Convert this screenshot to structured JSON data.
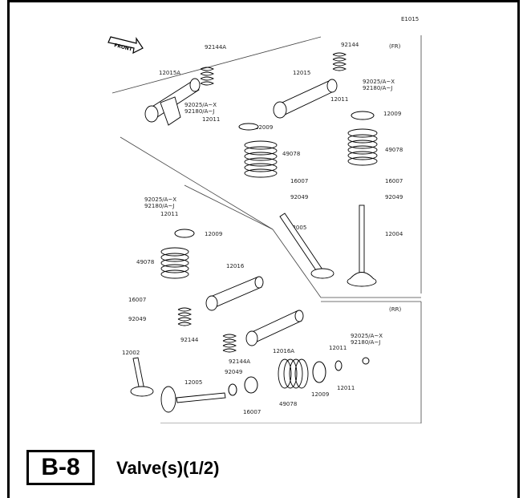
{
  "page": {
    "section_code": "B-8",
    "section_title": "Valve(s)(1/2)"
  },
  "diagram": {
    "figure_id": "E1015",
    "front_label": "FRONT",
    "cylinder_labels": {
      "fr": "(FR)",
      "rr": "(RR)"
    },
    "part_labels": [
      "92144A",
      "12015A",
      "92025/A~X",
      "92180/A~J",
      "12011",
      "12009",
      "49078",
      "16007",
      "92049",
      "12005",
      "92144",
      "12015",
      "12004",
      "12016",
      "12016A",
      "92049",
      "12002",
      "12005",
      "49078",
      "16007",
      "12009",
      "12011",
      "92144A",
      "92144"
    ]
  }
}
